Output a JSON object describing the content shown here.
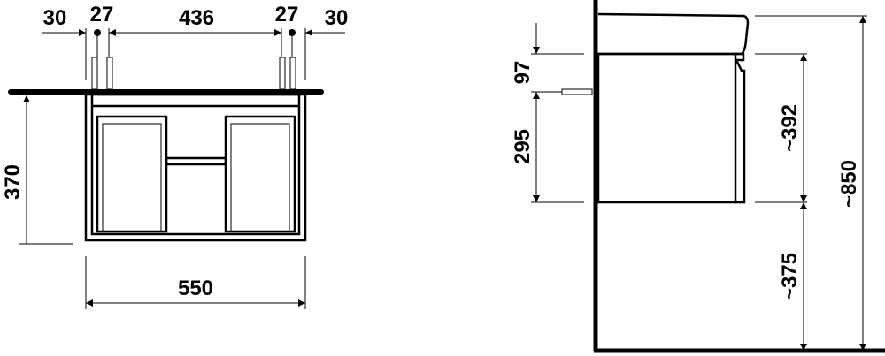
{
  "front_view": {
    "top_dims": [
      "30",
      "27",
      "436",
      "27",
      "30"
    ],
    "height_dim": "370",
    "width_dim": "550"
  },
  "side_view": {
    "dim_97": "97",
    "dim_295": "295",
    "dim_392": "~392",
    "dim_375": "~375",
    "dim_850": "~850"
  }
}
